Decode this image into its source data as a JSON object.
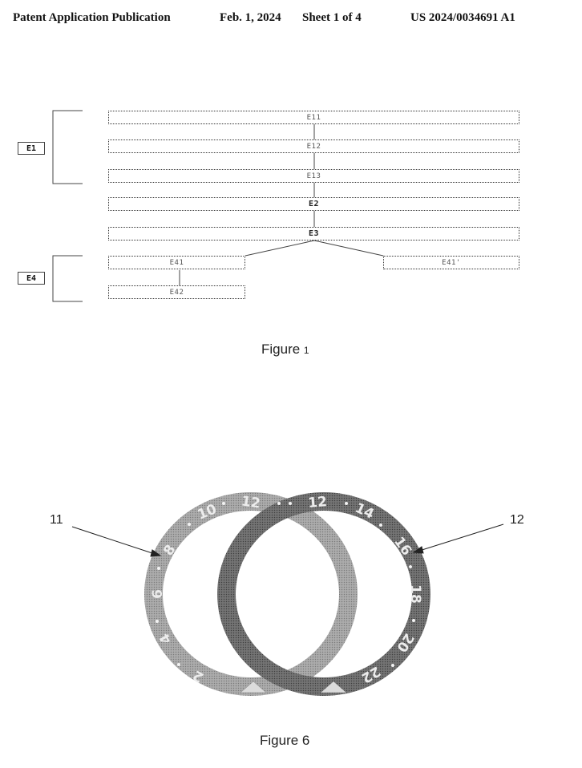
{
  "header": {
    "left": "Patent Application Publication",
    "date": "Feb. 1, 2024",
    "sheet": "Sheet 1 of 4",
    "pub_number": "US 2024/0034691 A1"
  },
  "figure1": {
    "caption_main": "Figure",
    "caption_num": "1",
    "group_labels": {
      "e1": "E1",
      "e4": "E4"
    },
    "steps": {
      "e11": "E11",
      "e12": "E12",
      "e13": "E13",
      "e2": "E2",
      "e3": "E3",
      "e41": "E41",
      "e41_prime": "E41'",
      "e42": "E42"
    }
  },
  "figure6": {
    "caption": "Figure 6",
    "ref_left": "11",
    "ref_right": "12",
    "ring_left_numerals": [
      "12",
      "10",
      "8",
      "6",
      "4",
      "2"
    ],
    "ring_right_numerals": [
      "12",
      "14",
      "16",
      "18",
      "20",
      "22"
    ]
  }
}
